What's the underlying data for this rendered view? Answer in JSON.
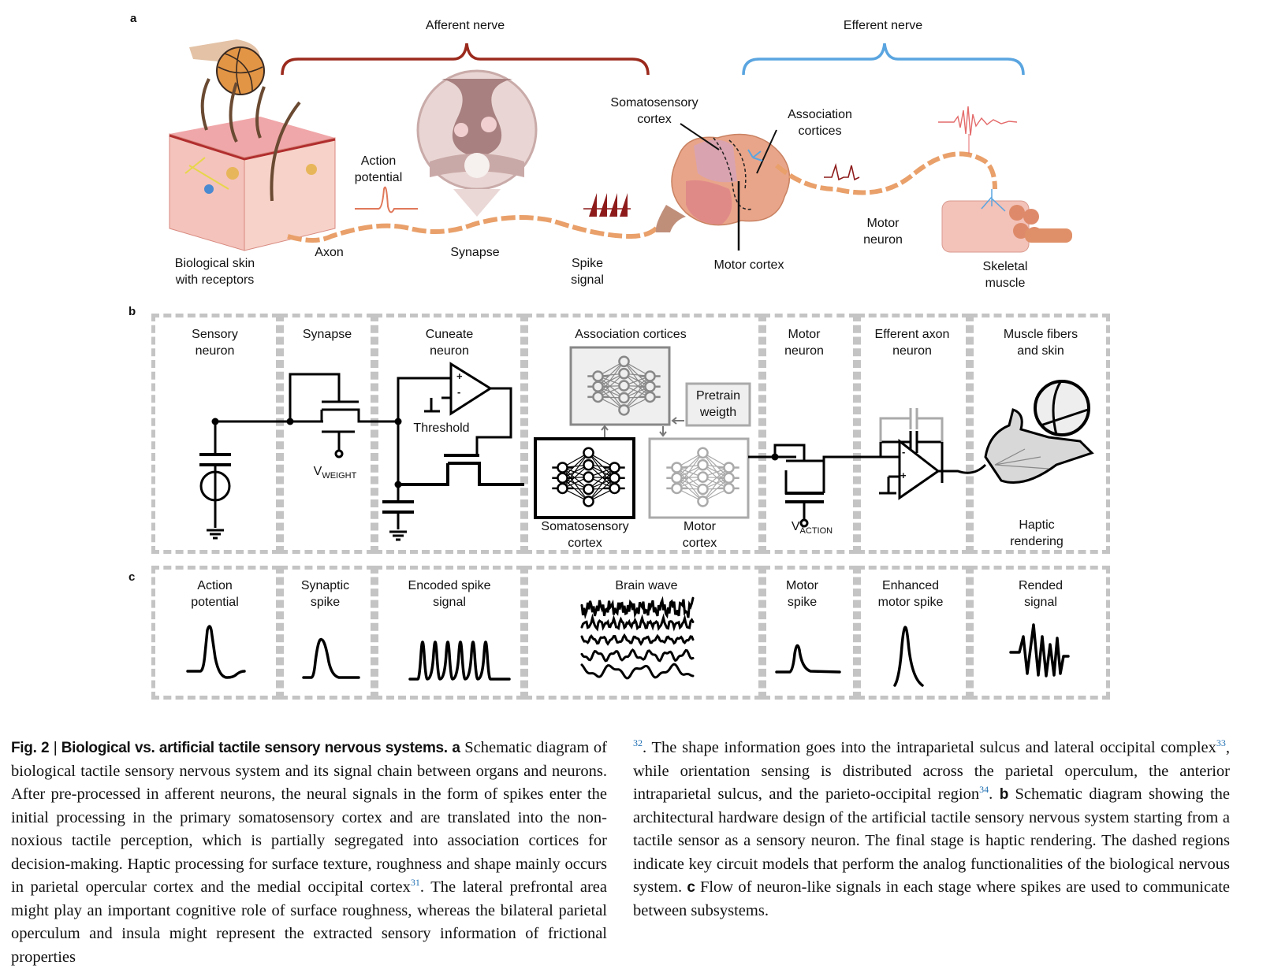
{
  "figure": {
    "panel_letters": {
      "a": "a",
      "b": "b",
      "c": "c"
    },
    "panel_a": {
      "brace_afferent_label": "Afferent nerve",
      "brace_efferent_label": "Efferent nerve",
      "colors": {
        "afferent": "#9b2a1d",
        "efferent": "#5aa5e0",
        "spike": "#8e1b1b",
        "action_potential": "#e0785a",
        "emg": "#e46a6a"
      },
      "labels": {
        "skin": "Biological skin\nwith receptors",
        "axon": "Axon",
        "action_potential": "Action\npotential",
        "synapse": "Synapse",
        "spike_signal": "Spike\nsignal",
        "somatosensory_cortex": "Somatosensory\ncortex",
        "association_cortices": "Association\ncortices",
        "motor_cortex": "Motor cortex",
        "motor_neuron": "Motor\nneuron",
        "skeletal_muscle": "Skeletal\nmuscle"
      }
    },
    "panel_b": {
      "boxes": [
        {
          "title": "Sensory\nneuron"
        },
        {
          "title": "Synapse"
        },
        {
          "title": "Cuneate\nneuron"
        },
        {
          "title": "Association cortices"
        },
        {
          "title": "Motor\nneuron"
        },
        {
          "title": "Efferent axon\nneuron"
        },
        {
          "title": "Muscle fibers\nand skin"
        }
      ],
      "v_weight": {
        "main": "V",
        "sub": "WEIGHT"
      },
      "v_action": {
        "main": "V",
        "sub": "ACTION"
      },
      "threshold": "Threshold",
      "opamp_plus": "+",
      "opamp_minus": "-",
      "pretrain": "Pretrain\nweigth",
      "somatosensory_cortex": "Somatosensory\ncortex",
      "motor_cortex": "Motor\ncortex",
      "haptic_rendering": "Haptic\nrendering"
    },
    "panel_c": {
      "boxes": [
        {
          "title": "Action\npotential",
          "waveform": "action-potential"
        },
        {
          "title": "Synaptic\nspike",
          "waveform": "synaptic-spike"
        },
        {
          "title": "Encoded spike\nsignal",
          "waveform": "spike-train"
        },
        {
          "title": "Brain wave",
          "waveform": "brain-wave"
        },
        {
          "title": "Motor\nspike",
          "waveform": "motor-spike"
        },
        {
          "title": "Enhanced\nmotor spike",
          "waveform": "enhanced-spike"
        },
        {
          "title": "Rended\nsignal",
          "waveform": "rended-signal"
        }
      ]
    }
  },
  "caption": {
    "fig_label": "Fig. 2",
    "separator": " | ",
    "title": "Biological vs. artificial tactile sensory nervous systems.",
    "a_letter": "a",
    "a_text_1": " Schematic diagram of biological tactile sensory nervous system and its signal chain between organs and neurons. After pre-processed in afferent neurons, the neural signals in the form of spikes enter the initial processing in the primary somatosensory cortex and are translated into the non-noxious tactile perception, which is partially segregated into association cortices for decision-making. Haptic processing for surface texture, roughness and shape mainly occurs in parietal opercular cortex and the medial occipital cortex",
    "ref_31": "31",
    "a_text_2": ". The lateral prefrontal area might play an important cognitive role of surface roughness, whereas the bilateral parietal operculum and insula might represent the extracted sensory information of frictional properties",
    "ref_32": "32",
    "a_text_3": ". The shape information goes into the intraparietal sulcus and lateral occipital complex",
    "ref_33": "33",
    "a_text_4": ", while orientation sensing is distributed across the parietal operculum, the anterior intraparietal sulcus, and the parieto-occipital region",
    "ref_34": "34",
    "a_text_5": ". ",
    "b_letter": "b",
    "b_text": " Schematic diagram showing the architectural hardware design of the artificial tactile sensory nervous system starting from a tactile sensor as a sensory neuron. The final stage is haptic rendering. The dashed regions indicate key circuit models that perform the analog functionalities of the biological nervous system. ",
    "c_letter": "c",
    "c_text": " Flow of neuron-like signals in each stage where spikes are used to communicate between subsystems."
  }
}
